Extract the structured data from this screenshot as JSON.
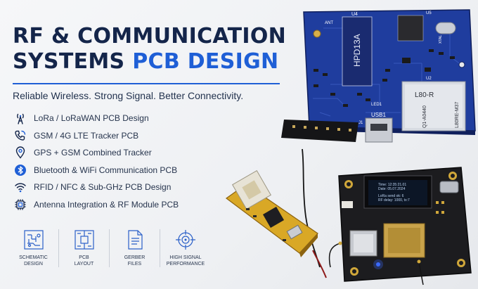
{
  "title": {
    "line1": "RF & COMMUNICATION",
    "line2_prefix": "SYSTEMS",
    "line2_accent": "PCB DESIGN"
  },
  "tagline": "Reliable Wireless. Strong Signal. Better Connectivity.",
  "features": [
    {
      "icon": "antenna-tower-icon",
      "label": "LoRa / LoRaWAN PCB Design"
    },
    {
      "icon": "phone-call-icon",
      "label": "GSM / 4G LTE Tracker PCB"
    },
    {
      "icon": "location-pin-icon",
      "label": "GPS + GSM Combined Tracker"
    },
    {
      "icon": "bluetooth-icon",
      "label": "Bluetooth & WiFi Communication PCB"
    },
    {
      "icon": "wifi-icon",
      "label": "RFID / NFC & Sub-GHz PCB Design"
    },
    {
      "icon": "chip-icon",
      "label": "Antenna Integration & RF Module PCB"
    }
  ],
  "services": [
    {
      "icon": "schematic-icon",
      "label": "SCHEMATIC\nDESIGN"
    },
    {
      "icon": "pcb-layout-icon",
      "label": "PCB\nLAYOUT"
    },
    {
      "icon": "gerber-file-icon",
      "label": "GERBER\nFILES"
    },
    {
      "icon": "crosshair-icon",
      "label": "HIGH SIGNAL\nPERFORMANCE"
    }
  ],
  "board": {
    "u4": "U4",
    "hpd": "HPD13A",
    "ant": "ANT",
    "u5": "U5",
    "xtal": "XTAL",
    "u2": "U2",
    "gps_name": "L80-R",
    "gps_code1": "Q1-A0440",
    "gps_code2": "L80RE-M37",
    "usb": "USB1",
    "led": "LED1",
    "j1": "J1"
  },
  "oled": {
    "line1": "Time: 12:35:21.01",
    "line2": "Date: 05.07.2024",
    "line3": "LoRa send ok: 6",
    "line4": "RF delay: 1000, tx:7"
  },
  "colors": {
    "accent": "#1f5fd6",
    "navy": "#14254a",
    "pcb_blue": "#1f3d9e",
    "pcb_black": "#1c1c1f",
    "pcb_yellow": "#d9a826"
  }
}
